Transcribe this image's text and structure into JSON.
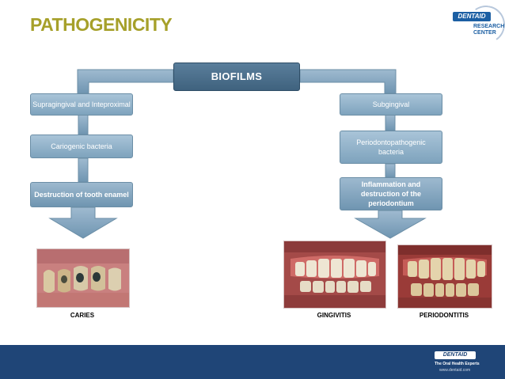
{
  "title": "PATHOGENICITY",
  "logo": {
    "brand": "DENTAID",
    "line1": "RESEARCH",
    "line2": "CENTER"
  },
  "diagram": {
    "root": "BIOFILMS",
    "left": {
      "type": "Supragingival and Inteproximal",
      "bacteria": "Cariogenic bacteria",
      "effect": "Destruction of tooth enamel"
    },
    "right": {
      "type": "Subgingival",
      "bacteria": "Periodontopathogenic bacteria",
      "effect": "Inflammation and destruction of the periodontium"
    }
  },
  "photos": [
    {
      "caption": "CARIES",
      "icon": "caries-teeth-photo"
    },
    {
      "caption": "GINGIVITIS",
      "icon": "gingivitis-teeth-photo"
    },
    {
      "caption": "PERIODONTITIS",
      "icon": "periodontitis-teeth-photo"
    }
  ],
  "footer": {
    "brand": "DENTAID",
    "tagline": "The Oral Health Experts",
    "url": "www.dentaid.com"
  },
  "colors": {
    "title": "#a6a02a",
    "box_light": "#8fb0c8",
    "box_dark": "#3f627e",
    "footer": "#1f4577"
  }
}
